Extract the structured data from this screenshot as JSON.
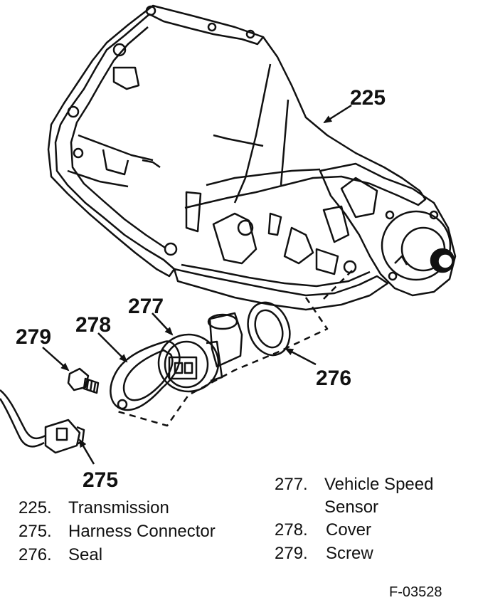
{
  "callouts": {
    "c225": "225",
    "c277": "277",
    "c278": "278",
    "c279": "279",
    "c276": "276",
    "c275": "275"
  },
  "legend": {
    "left": [
      {
        "num": "225.",
        "text": "Transmission"
      },
      {
        "num": "275.",
        "text": "Harness Connector"
      },
      {
        "num": "276.",
        "text": "Seal"
      }
    ],
    "right": [
      {
        "num": "277.",
        "text": "Vehicle Speed",
        "text2": "Sensor"
      },
      {
        "num": "278.",
        "text": "Cover"
      },
      {
        "num": "279.",
        "text": "Screw"
      }
    ]
  },
  "figure_id": "F-03528"
}
